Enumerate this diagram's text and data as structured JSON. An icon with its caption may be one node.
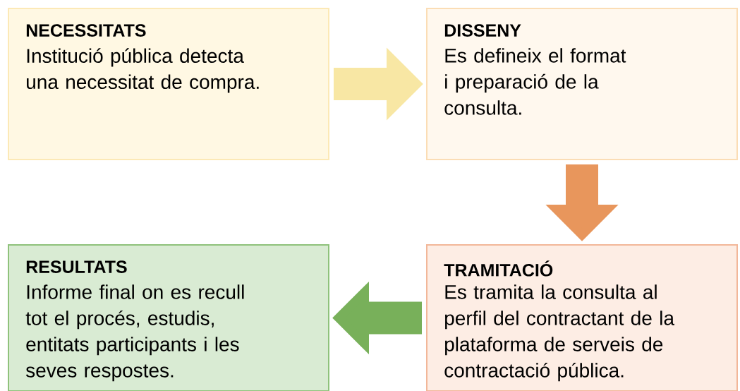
{
  "diagram": {
    "nodes": [
      {
        "text": [
          "NECESSITATS",
          "Institució pública detecta una necessitat de compra."
        ]
      },
      {
        "text": [
          "DISSENY",
          "Es defineix el format i preparació de la consulta."
        ]
      },
      {
        "text": [
          "TRAMITACIÓ",
          "Es tramita la consulta al perfil del contractant de la plataforma de serveis de contractació pública."
        ]
      },
      {
        "text": [
          "RESULTATS",
          "Informe final on es recull tot el procés, estudis, entitats participants i les seves respostes."
        ]
      }
    ],
    "edges": [
      {
        "from": 0,
        "to": 1,
        "arrow": "to",
        "color": "#f8e7a4"
      },
      {
        "from": 1,
        "to": 2,
        "arrow": "to",
        "color": "#e8965c"
      },
      {
        "from": 2,
        "to": 3,
        "arrow": "to",
        "color": "#78b05a"
      }
    ]
  }
}
